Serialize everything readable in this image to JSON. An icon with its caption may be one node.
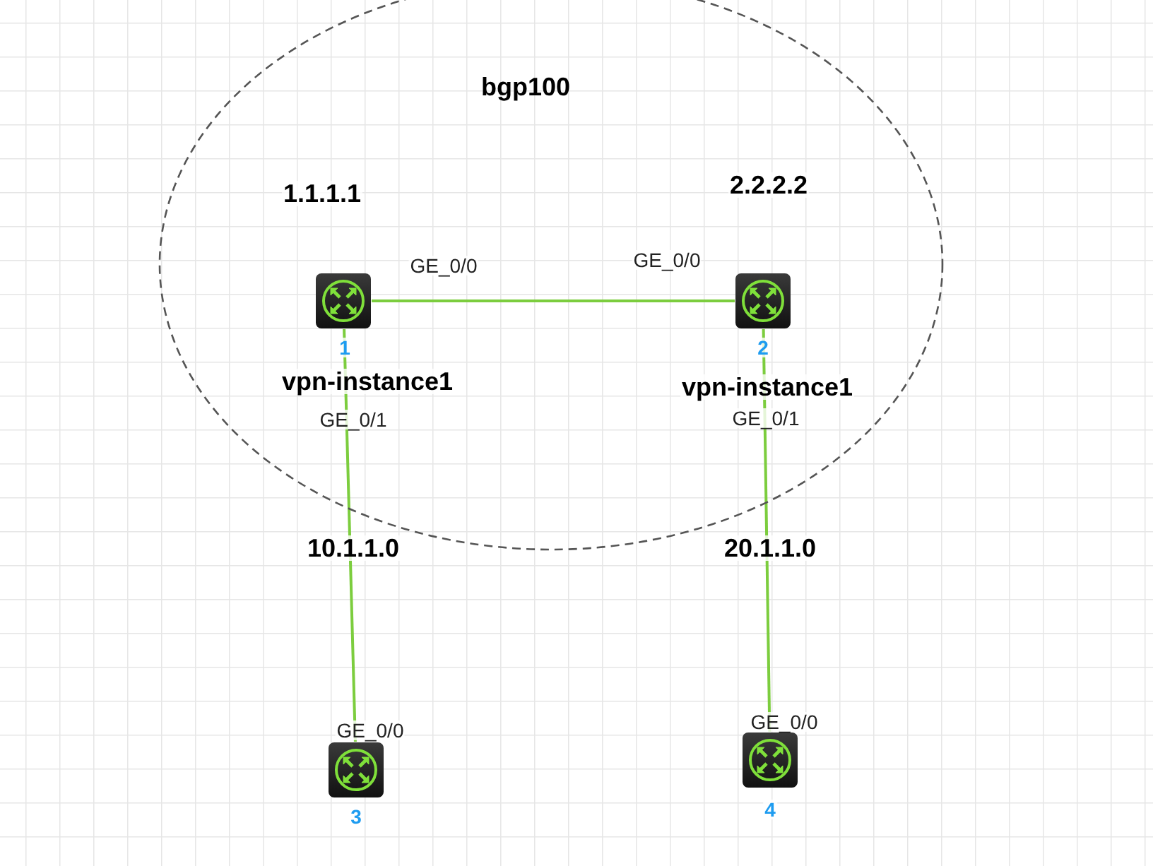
{
  "diagram": {
    "nodes": [
      {
        "text": [
          "bgp100"
        ]
      },
      {
        "text": [],
        "shape": "router",
        "in": 0,
        "beside": [
          "1.1.1.1",
          "1"
        ]
      },
      {
        "text": [],
        "shape": "router",
        "in": 0,
        "beside": [
          "2.2.2.2",
          "2"
        ]
      },
      {
        "text": [],
        "shape": "router",
        "beside": [
          "3"
        ]
      },
      {
        "text": [],
        "shape": "router",
        "beside": [
          "4"
        ]
      }
    ],
    "edges": [
      {
        "from": 1,
        "to": 2,
        "arrow": "none"
      },
      {
        "from": 1,
        "to": 3,
        "arrow": "none"
      },
      {
        "from": 2,
        "to": 4,
        "arrow": "none"
      }
    ],
    "labels": [
      "GE_0/0",
      "GE_0/0",
      "vpn-instance1",
      "vpn-instance1",
      "GE_0/1",
      "GE_0/1",
      "10.1.1.0",
      "20.1.1.0",
      "GE_0/0",
      "GE_0/0"
    ]
  }
}
